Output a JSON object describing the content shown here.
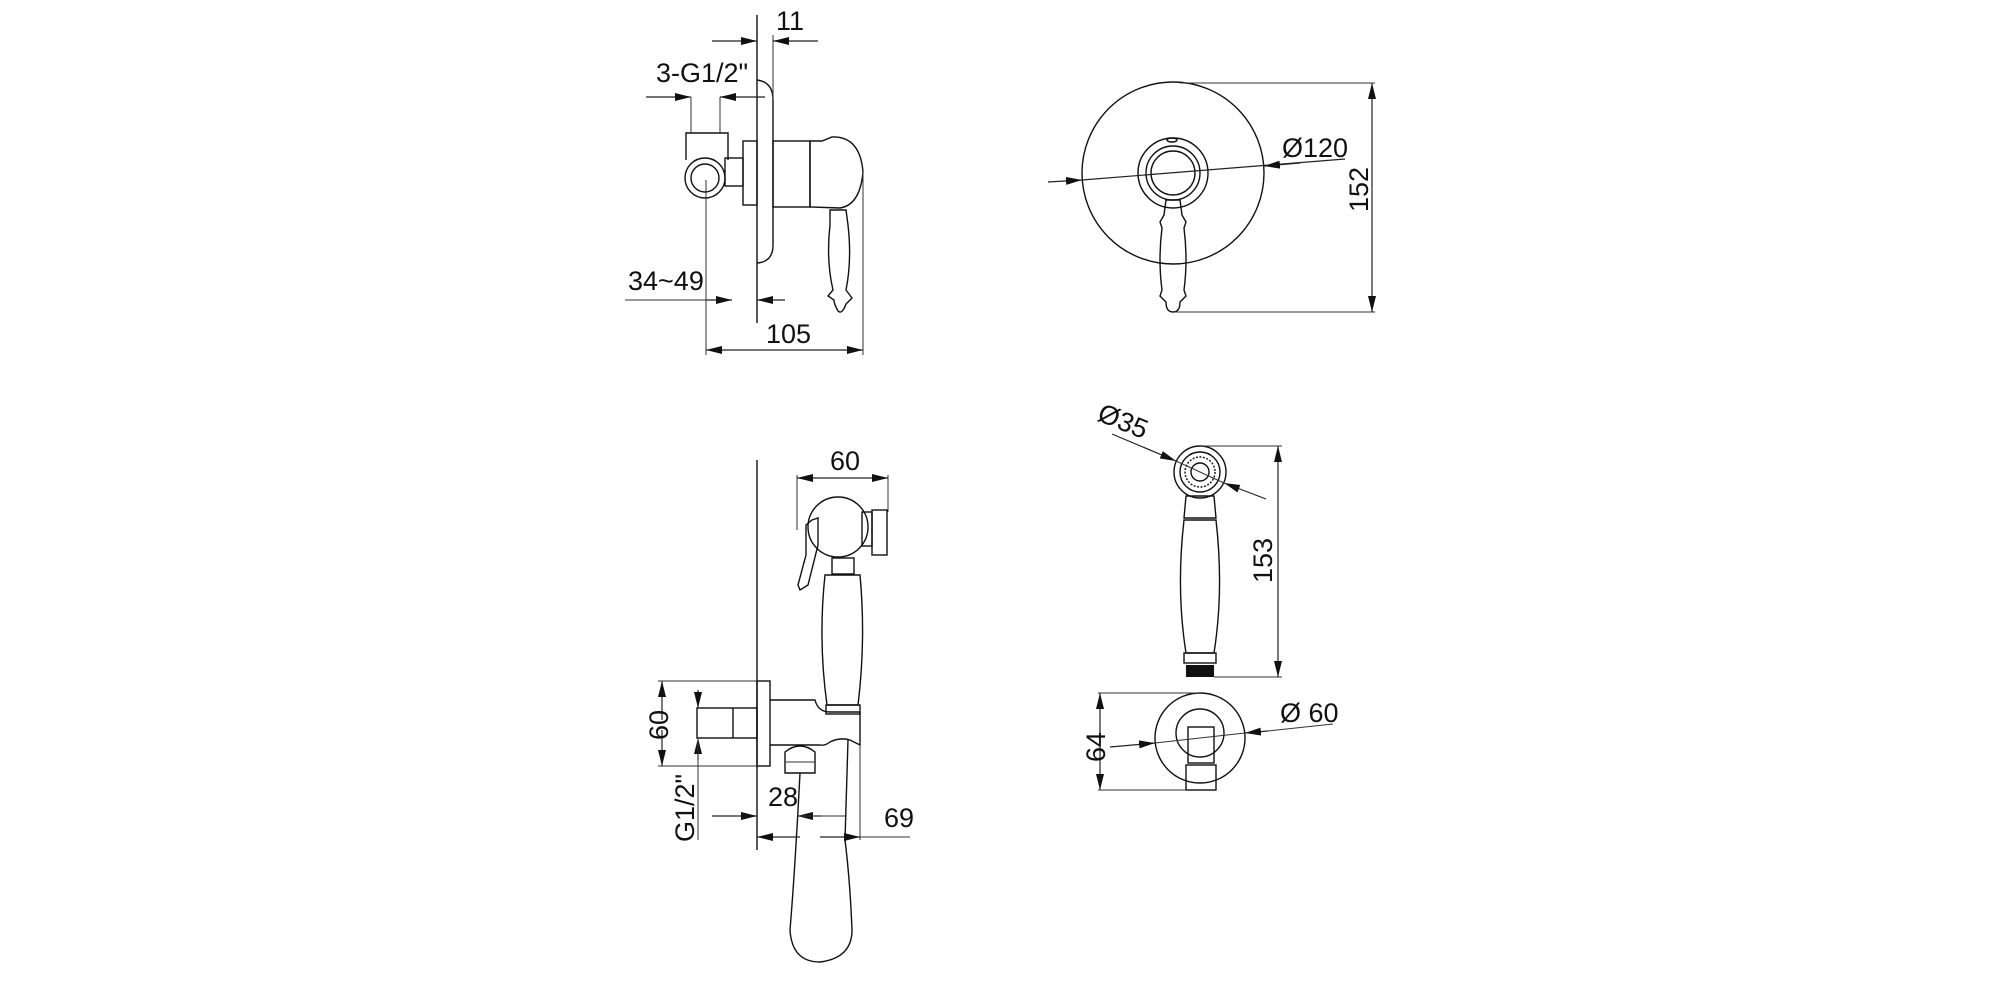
{
  "drawing": {
    "side_view_valve": {
      "plate_thickness": "11",
      "inlets": "3-G1/2\"",
      "depth_range": "34~49",
      "overall_depth": "105"
    },
    "front_view_valve": {
      "plate_diameter": "Ø120",
      "overall_height": "152"
    },
    "side_view_spray": {
      "head_length": "60",
      "outlet_height": "60",
      "outlet_thread": "G1/2\"",
      "outlet_offset": "28",
      "holder_depth": "69"
    },
    "front_view_spray": {
      "head_diameter": "Ø35",
      "spray_length": "153",
      "holder_height": "64",
      "holder_diameter": "Ø 60"
    }
  },
  "colors": {
    "line": "#111111",
    "background": "#ffffff"
  }
}
